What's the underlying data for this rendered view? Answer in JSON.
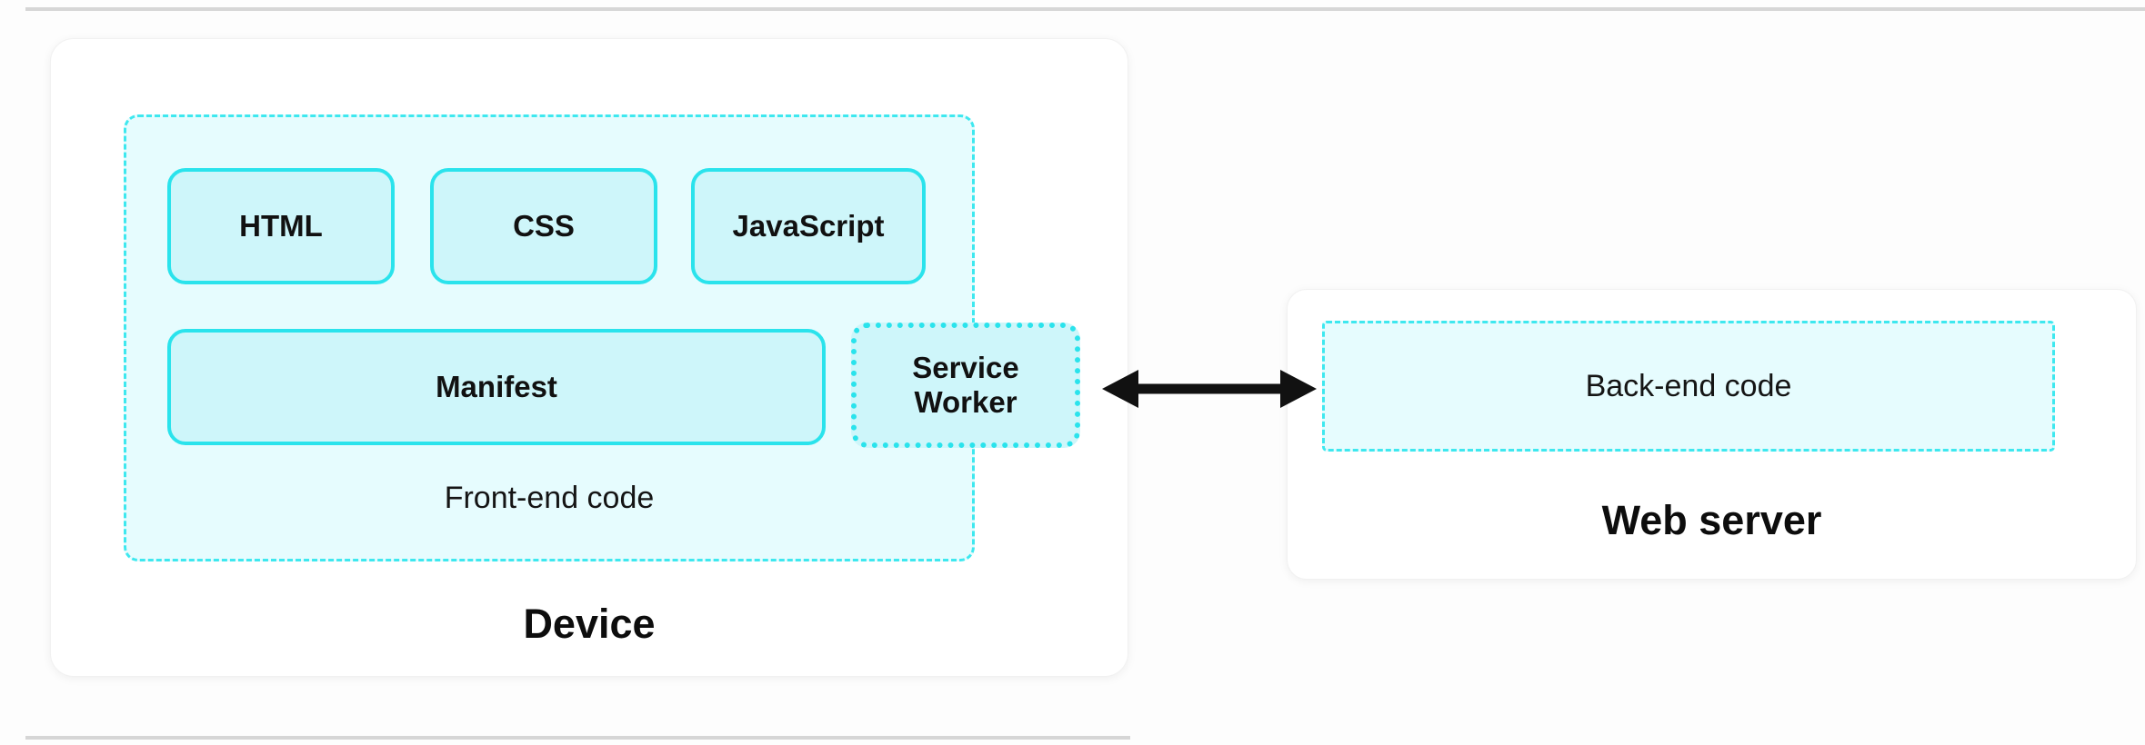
{
  "device": {
    "label": "Device",
    "frontend": {
      "label": "Front-end code",
      "html": "HTML",
      "css": "CSS",
      "javascript": "JavaScript",
      "manifest": "Manifest",
      "service_worker": "Service Worker"
    }
  },
  "web_server": {
    "label": "Web server",
    "backend_label": "Back-end code"
  },
  "colors": {
    "cyan_border": "#2ae3ec",
    "cyan_border_dashed": "#3ee8ef",
    "cyan_fill_block": "#cef6fa",
    "cyan_fill_group": "#e6fcfe",
    "panel_background": "#ffffff",
    "arrow": "#111111",
    "text": "#111111"
  }
}
